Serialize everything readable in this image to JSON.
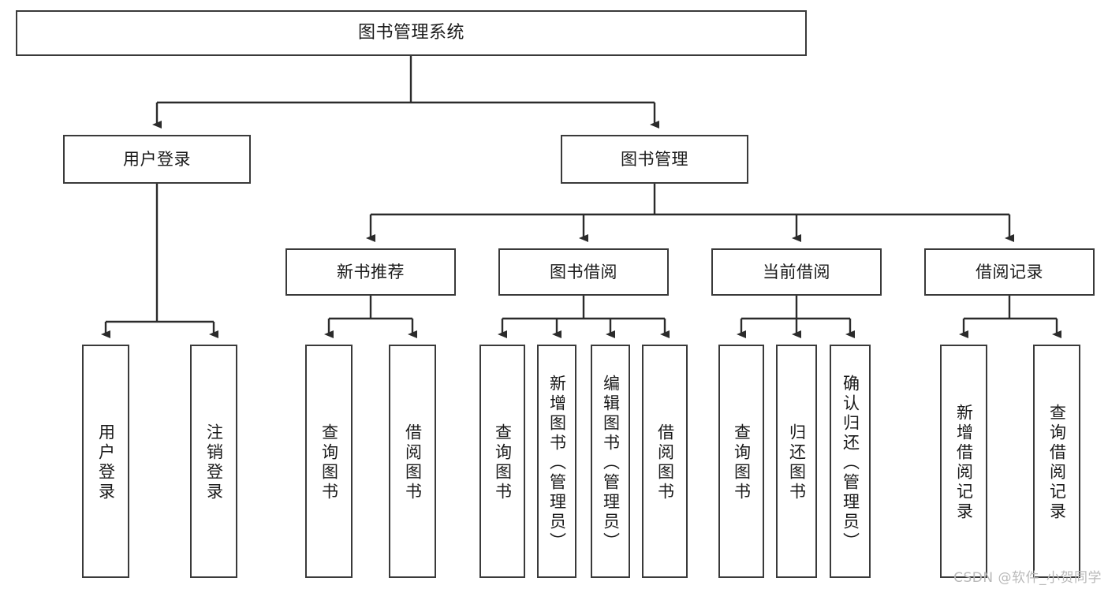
{
  "diagram": {
    "title": "图书管理系统",
    "watermark": "CSDN @软件_小贺同学",
    "colors": {
      "box_border": "#3a3a3a",
      "box_fill": "#ffffff",
      "edge": "#2b2b2b",
      "text": "#1a1a1a",
      "watermark": "#b9b9b9",
      "background": "#ffffff"
    },
    "root": {
      "label": "图书管理系统"
    },
    "level2": [
      {
        "label": "用户登录"
      },
      {
        "label": "图书管理"
      }
    ],
    "level3": [
      {
        "label": "新书推荐"
      },
      {
        "label": "图书借阅"
      },
      {
        "label": "当前借阅"
      },
      {
        "label": "借阅记录"
      }
    ],
    "leaves": {
      "user_login": [
        {
          "label": "用户登录"
        },
        {
          "label": "注销登录"
        }
      ],
      "new_book_recommend": [
        {
          "label": "查询图书"
        },
        {
          "label": "借阅图书"
        }
      ],
      "book_borrow": [
        {
          "label": "查询图书"
        },
        {
          "label": "新增图书（管理员）"
        },
        {
          "label": "编辑图书（管理员）"
        },
        {
          "label": "借阅图书"
        }
      ],
      "current_borrow": [
        {
          "label": "查询图书"
        },
        {
          "label": "归还图书"
        },
        {
          "label": "确认归还（管理员）"
        }
      ],
      "borrow_record": [
        {
          "label": "新增借阅记录"
        },
        {
          "label": "查询借阅记录"
        }
      ]
    }
  }
}
